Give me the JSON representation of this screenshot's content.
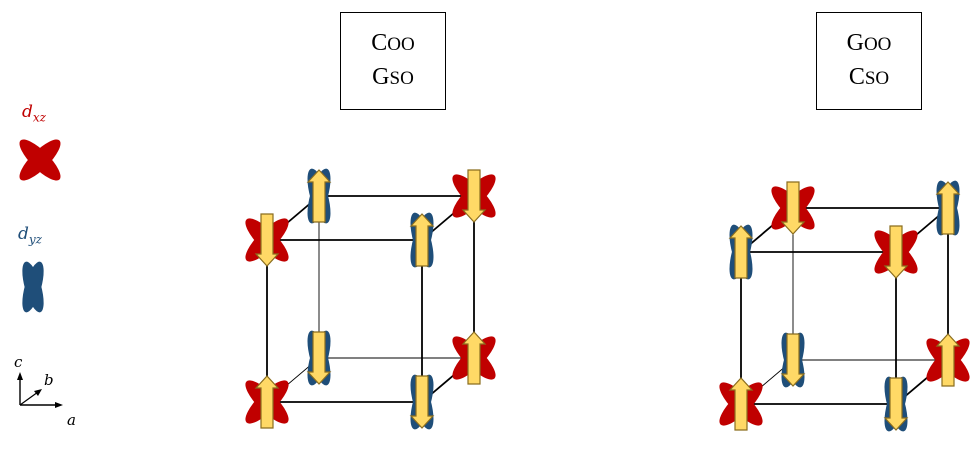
{
  "legend": {
    "dxz": {
      "letter": "d",
      "subscript": "xz",
      "color": "#c00000"
    },
    "dyz": {
      "letter": "d",
      "subscript": "yz",
      "color": "#1f4e79"
    }
  },
  "axes": {
    "c": "c",
    "b": "b",
    "a": "a"
  },
  "panels": [
    {
      "id": "left",
      "label_lines": [
        {
          "main": "C",
          "sub": "OO"
        },
        {
          "main": "G",
          "sub": "SO"
        }
      ],
      "sites": [
        {
          "name": "front-top-left",
          "orbital": "xz",
          "spin": "down"
        },
        {
          "name": "front-top-right",
          "orbital": "yz",
          "spin": "up"
        },
        {
          "name": "back-top-left",
          "orbital": "yz",
          "spin": "up"
        },
        {
          "name": "back-top-right",
          "orbital": "xz",
          "spin": "down"
        },
        {
          "name": "front-bottom-left",
          "orbital": "xz",
          "spin": "up"
        },
        {
          "name": "front-bottom-right",
          "orbital": "yz",
          "spin": "down"
        },
        {
          "name": "back-bottom-left",
          "orbital": "yz",
          "spin": "down"
        },
        {
          "name": "back-bottom-right",
          "orbital": "xz",
          "spin": "up"
        }
      ]
    },
    {
      "id": "right",
      "label_lines": [
        {
          "main": "G",
          "sub": "OO"
        },
        {
          "main": "C",
          "sub": "SO"
        }
      ],
      "sites": [
        {
          "name": "front-top-left",
          "orbital": "yz",
          "spin": "up"
        },
        {
          "name": "front-top-right",
          "orbital": "xz",
          "spin": "down"
        },
        {
          "name": "back-top-left",
          "orbital": "xz",
          "spin": "down"
        },
        {
          "name": "back-top-right",
          "orbital": "yz",
          "spin": "up"
        },
        {
          "name": "front-bottom-left",
          "orbital": "xz",
          "spin": "up"
        },
        {
          "name": "front-bottom-right",
          "orbital": "yz",
          "spin": "down"
        },
        {
          "name": "back-bottom-left",
          "orbital": "yz",
          "spin": "down"
        },
        {
          "name": "back-bottom-right",
          "orbital": "xz",
          "spin": "up"
        }
      ]
    }
  ],
  "colors": {
    "xz_lobe": "#c00000",
    "yz_lobe": "#1f4e79",
    "arrow_fill": "#ffd966",
    "arrow_stroke": "#8a6d1f",
    "edge": "#000000"
  }
}
